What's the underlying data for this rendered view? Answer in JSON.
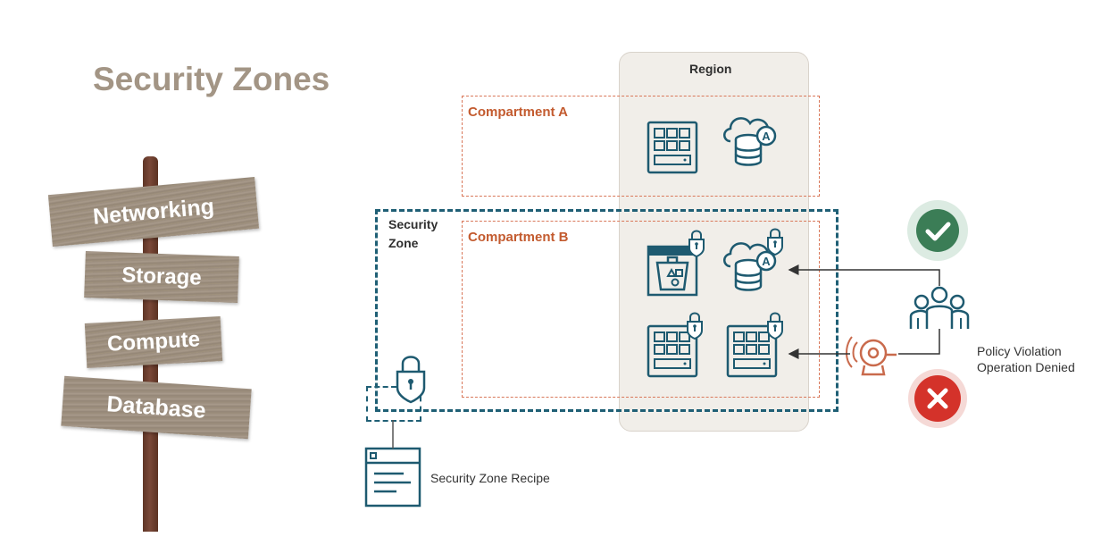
{
  "page_title": "Security Zones",
  "signs": [
    "Networking",
    "Storage",
    "Compute",
    "Database"
  ],
  "region_label": "Region",
  "compartment_a_label": "Compartment A",
  "compartment_b_label": "Compartment B",
  "security_zone_label": "Security\nZone",
  "recipe_label": "Security Zone Recipe",
  "violation_label": "Policy Violation\nOperation Denied",
  "colors": {
    "title": "#a39585",
    "compartment_border": "#d9785a",
    "compartment_text": "#c35b2f",
    "zone_border": "#1f5f75",
    "icon_teal": "#1e5a70",
    "success": "#3b7d56",
    "denied": "#d4322a",
    "alarm": "#c96a4c"
  },
  "icons": [
    "compute-grid-icon",
    "database-cloud-icon",
    "bucket-icon",
    "lock-icon",
    "users-icon",
    "alarm-bell-icon",
    "check-icon",
    "x-icon",
    "recipe-document-icon"
  ]
}
